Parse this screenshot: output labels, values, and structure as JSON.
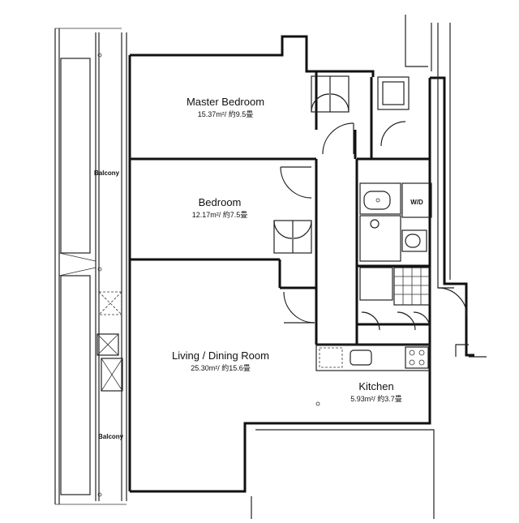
{
  "rooms": {
    "master_bedroom": {
      "name": "Master Bedroom",
      "area": "15.37m²/ 約9.5畳"
    },
    "bedroom": {
      "name": "Bedroom",
      "area": "12.17m²/ 約7.5畳"
    },
    "living": {
      "name": "Living / Dining Room",
      "area": "25.30m²/ 約15.6畳"
    },
    "kitchen": {
      "name": "Kitchen",
      "area": "5.93m²/ 約3.7畳"
    }
  },
  "balconies": [
    "Balcony",
    "Balcony"
  ],
  "fixtures": {
    "washer": "W/D"
  }
}
